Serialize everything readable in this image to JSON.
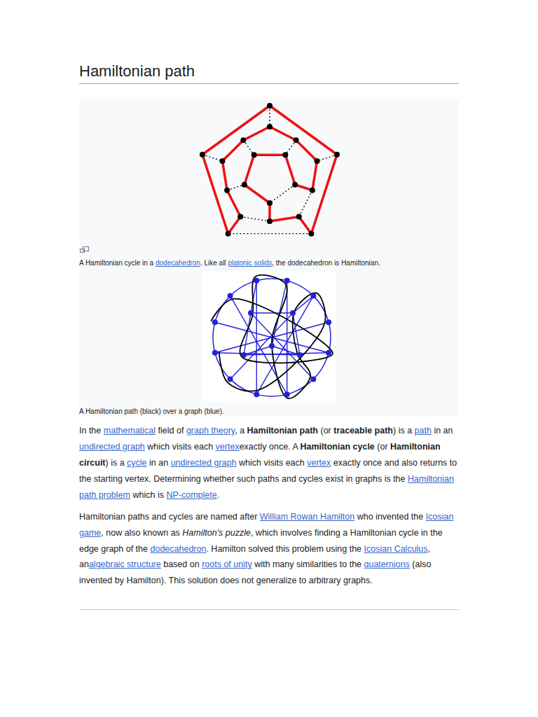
{
  "diagram": {
    "title": "Hamiltonian path",
    "labels": [
      "A Hamiltonian cycle in a",
      "dodecahedron",
      ". Like all",
      "platonic solids",
      ", the dodecahedron is Hamiltonian.",
      "A Hamiltonian path (black) over a graph (blue).",
      "In the",
      "mathematical",
      "field of",
      "graph theory",
      ", a",
      "Hamiltonian path",
      "(or",
      "traceable path",
      ") is a",
      "path",
      "in an",
      "undirected graph",
      "which visits each",
      "vertex",
      "exactly once. A",
      "Hamiltonian cycle",
      "(or",
      "Hamiltonian circuit",
      ") is a",
      "cycle",
      "in an",
      "undirected graph",
      "which visits each",
      "vertex",
      "exactly once and also returns to the starting vertex. Determining whether such paths and cycles exist in graphs is the",
      "Hamiltonian path problem",
      "which is",
      "NP-complete",
      ".",
      "Hamiltonian paths and cycles are named after",
      "William Rowan Hamilton",
      "who invented the",
      "Icosian game",
      ", now also known as",
      "Hamilton's puzzle",
      ", which involves finding a Hamiltonian cycle in the edge graph of the",
      "dodecahedron",
      ". Hamilton solved this problem using the",
      "Icosian Calculus",
      ", an",
      "algebraic structure",
      "based on",
      "roots of unity",
      "with many similarities to the",
      "quaternions",
      "(also invented by Hamilton). This solution does not generalize to arbitrary graphs."
    ]
  }
}
